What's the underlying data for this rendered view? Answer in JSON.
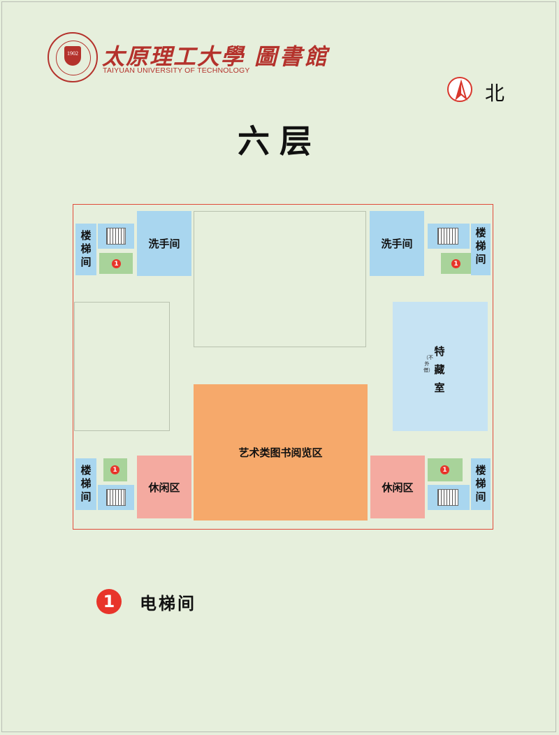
{
  "header": {
    "seal_year": "1902",
    "university_name_cn": "太原理工大學",
    "university_name_en": "TAIYUAN UNIVERSITY OF TECHNOLOGY",
    "library_name_cn": "圖書館"
  },
  "compass": {
    "label": "北",
    "icon": "north-arrow-icon"
  },
  "floor": {
    "title": "六层"
  },
  "rooms": {
    "stair_label": "楼梯间",
    "restroom_label": "洗手间",
    "lounge_label": "休闲区",
    "special_label": "特藏室",
    "special_note": "（不外借）",
    "art_reading_label": "艺术类图书阅览区",
    "elevator_badge": "1"
  },
  "legend": {
    "badge": "1",
    "label": "电梯间"
  },
  "colors": {
    "restroom": "#a9d6ef",
    "special": "#c6e3f3",
    "lounge": "#f4aaa0",
    "art_reading": "#f6a96b",
    "elevator": "#a8d39a",
    "outline": "#e04b3a",
    "brand": "#b4322c"
  }
}
